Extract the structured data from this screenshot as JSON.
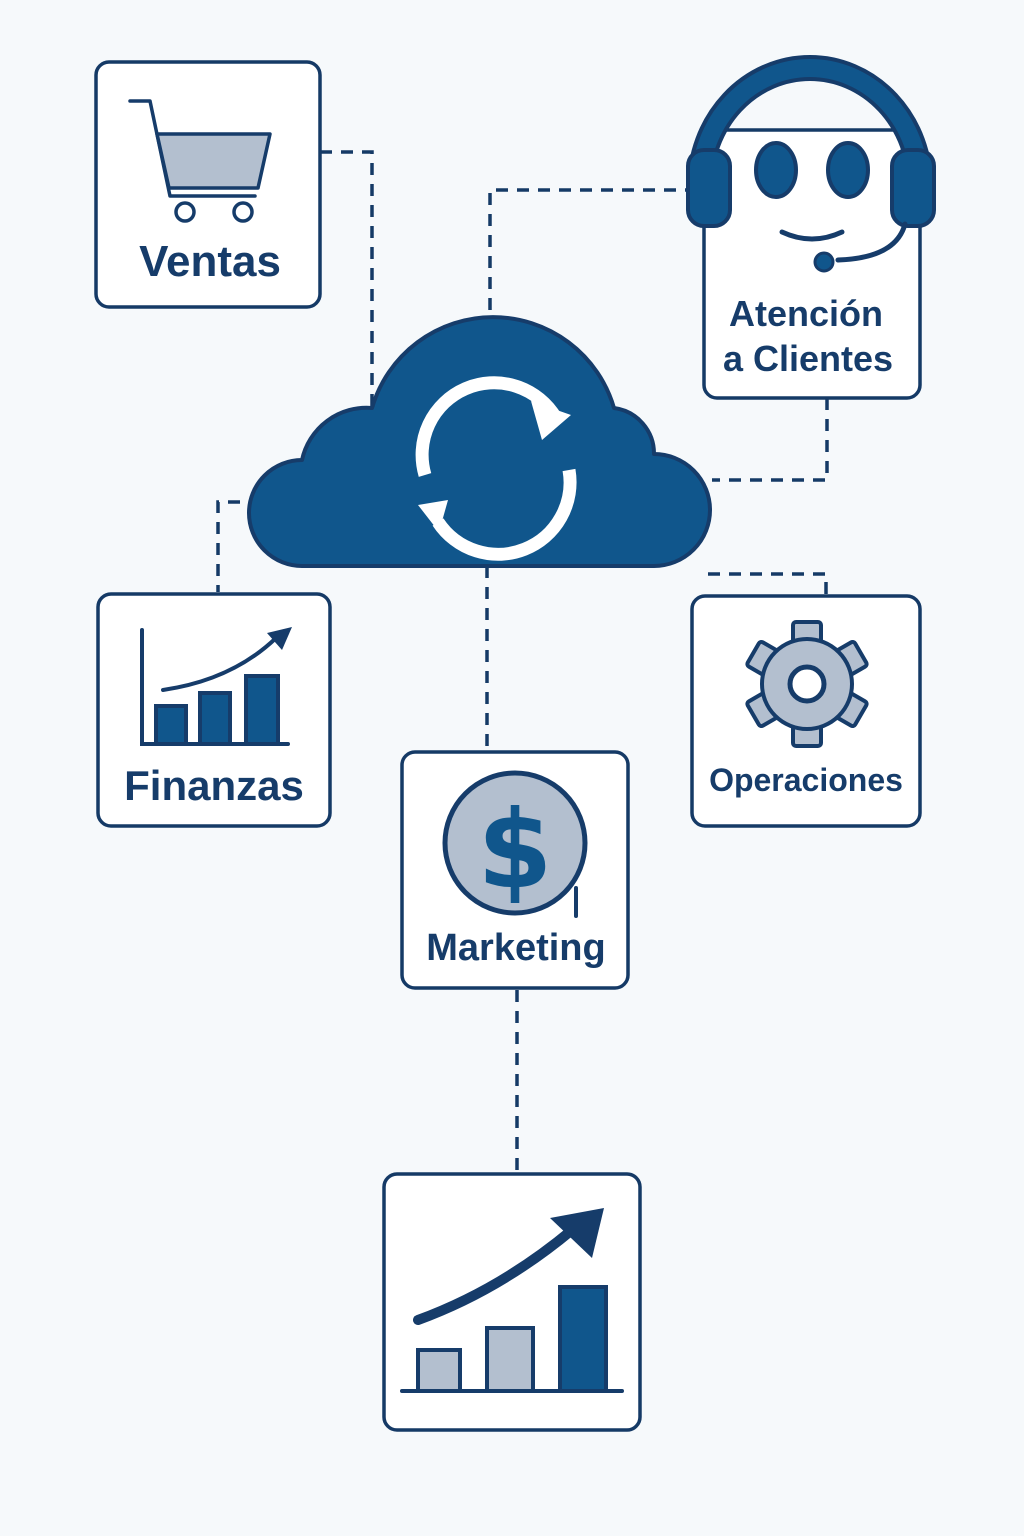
{
  "colors": {
    "background": "#f6f9fb",
    "primary": "#10568c",
    "outline": "#153a66",
    "accent_light": "#b3bfcf",
    "box_fill": "#ffffff"
  },
  "hub": {
    "icon": "sync-icon",
    "shape": "cloud"
  },
  "nodes": {
    "ventas": {
      "label": "Ventas",
      "icon": "shopping-cart-icon"
    },
    "atencion": {
      "label_line1": "Atención",
      "label_line2": "a Clientes",
      "icon": "headset-face-icon"
    },
    "finanzas": {
      "label": "Finanzas",
      "icon": "growth-chart-icon"
    },
    "operaciones": {
      "label": "Operaciones",
      "icon": "gear-icon"
    },
    "marketing": {
      "label": "Marketing",
      "icon": "dollar-coin-icon",
      "glyph": "$"
    },
    "growth": {
      "icon": "growth-chart-icon"
    }
  }
}
